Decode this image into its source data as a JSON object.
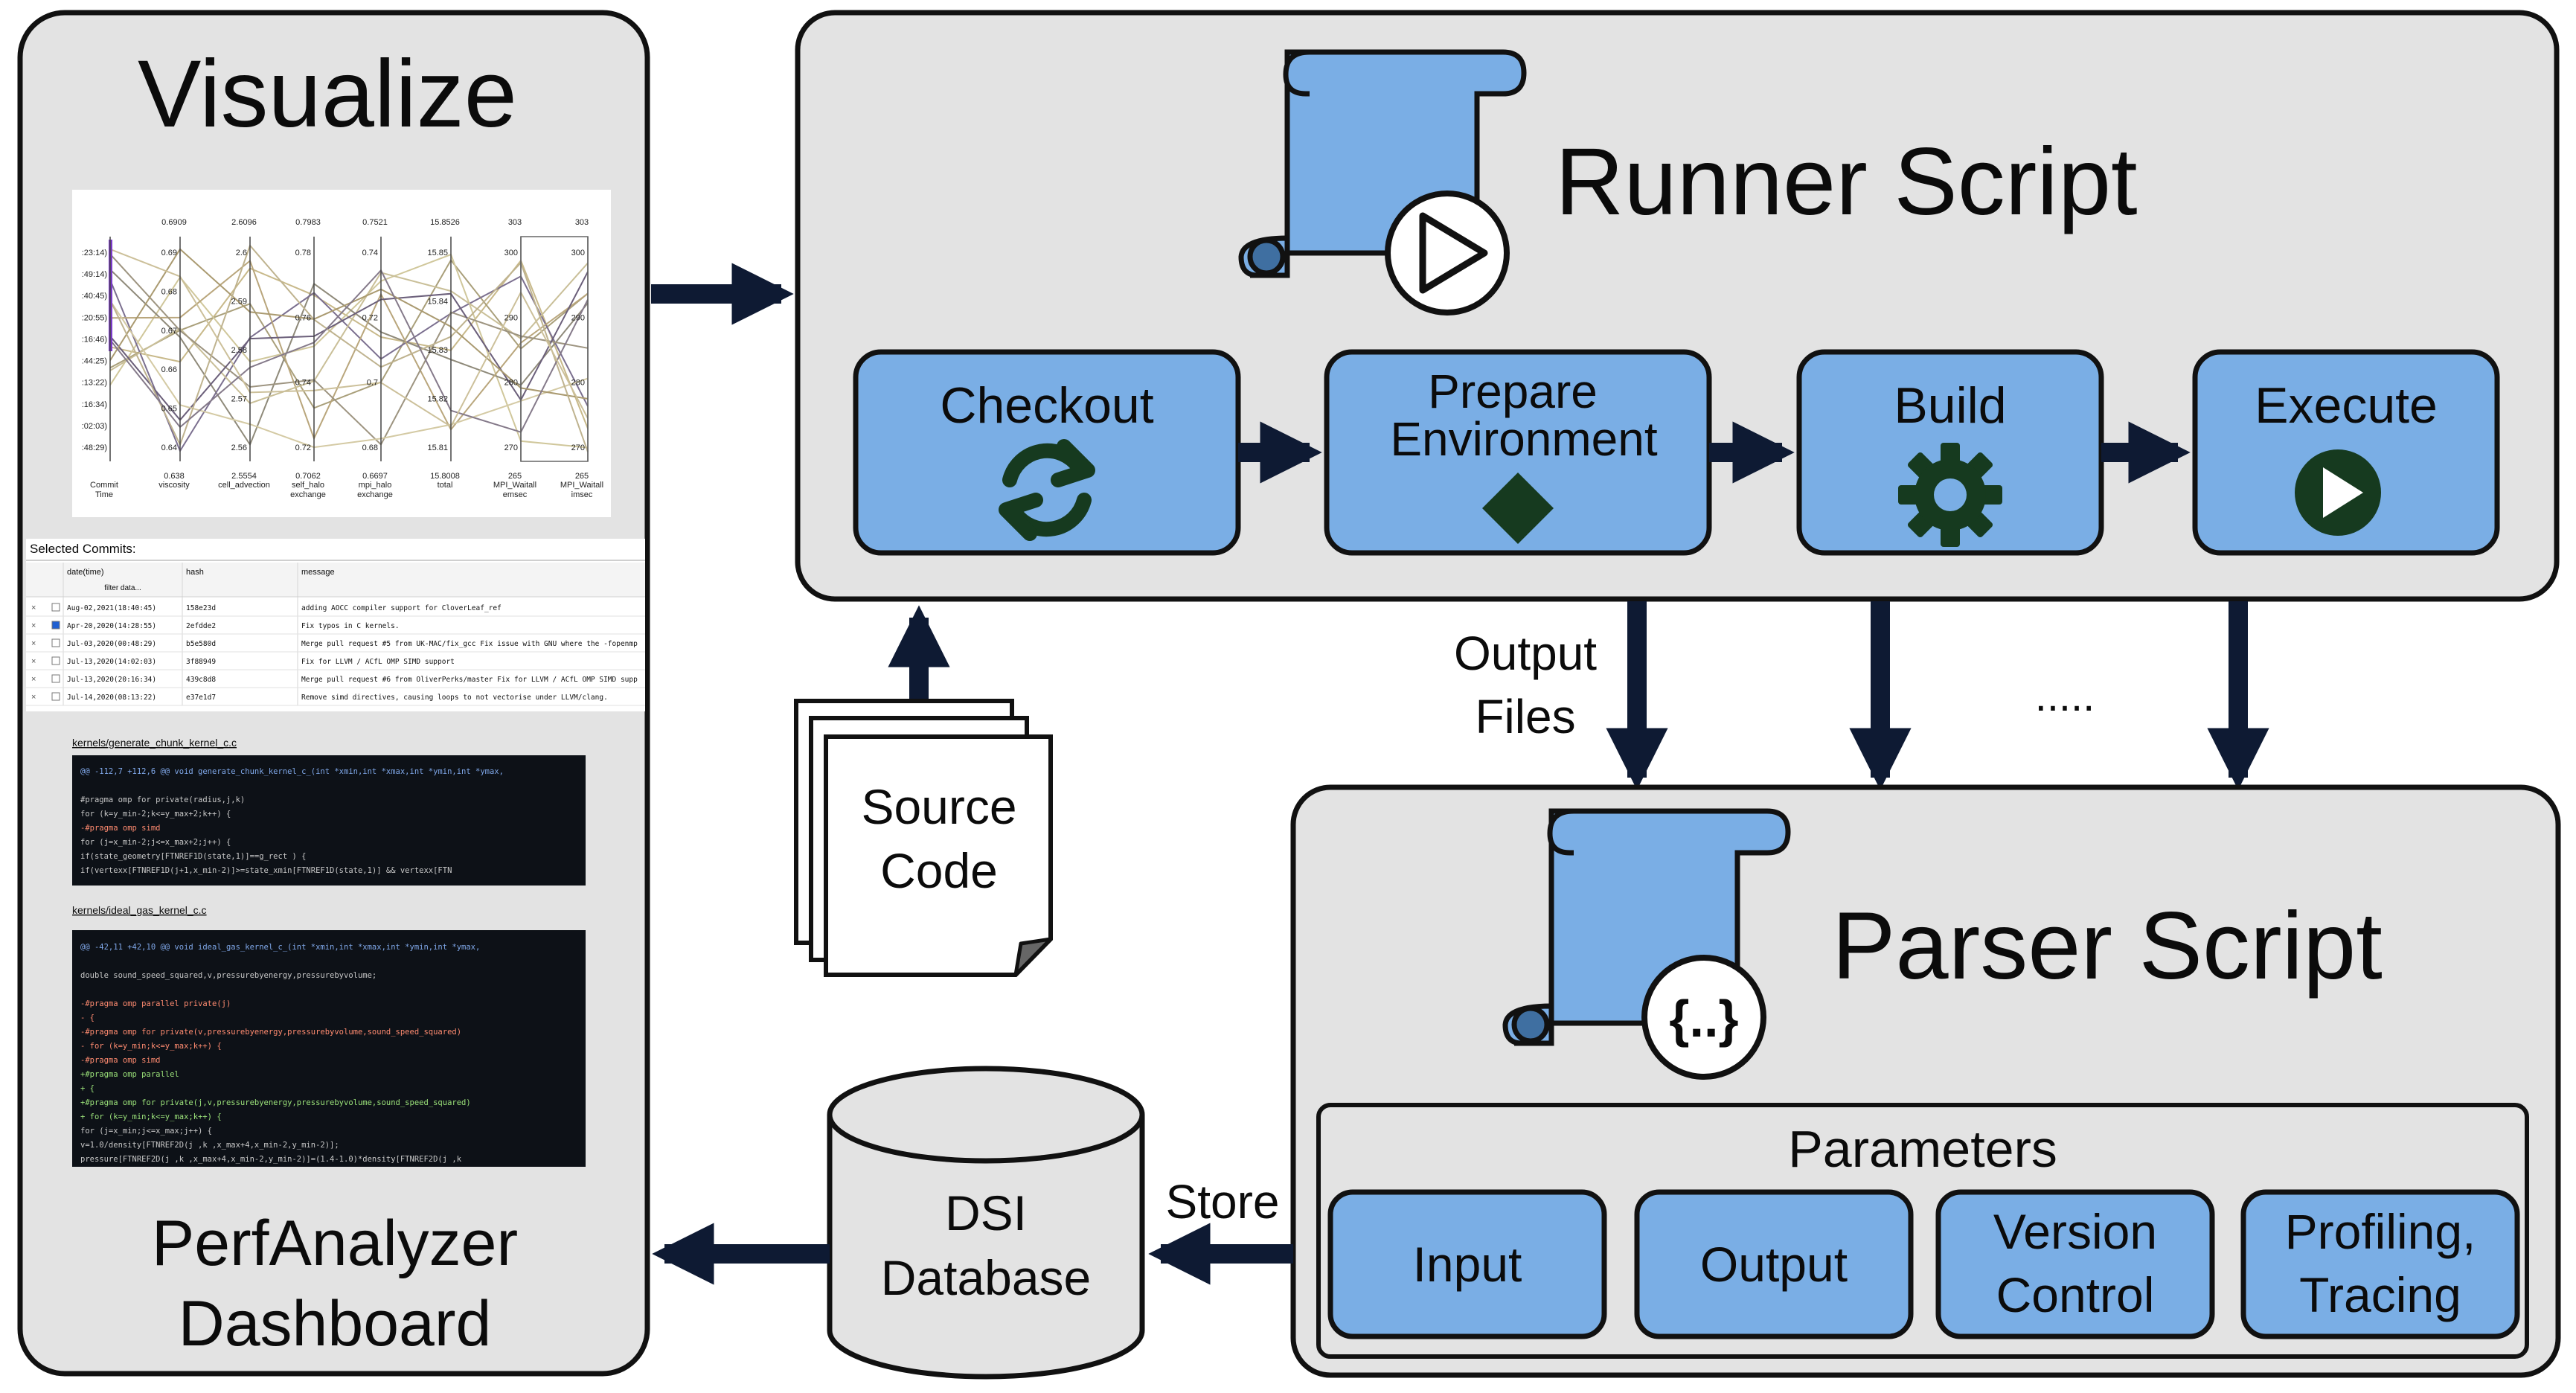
{
  "visualize": {
    "title": "Visualize",
    "dashboard_line1": "PerfAnalyzer",
    "dashboard_line2": "Dashboard",
    "parallel_plot": {
      "top_values": [
        "0.6909",
        "2.6096",
        "0.7983",
        "0.7521",
        "15.8526",
        "303",
        "303"
      ],
      "bottom_values": [
        "0.638",
        "2.5554",
        "0.7062",
        "0.6697",
        "15.8008",
        "265",
        "265"
      ],
      "axis_labels": [
        "Commit Time",
        "viscosity",
        "cell_advection",
        "self_halo exchange",
        "mpi_halo exchange",
        "total",
        "MPI_Waitall emsec",
        "MPI_Waitall imsec"
      ],
      "time_ticks": [
        ":23:14)",
        ":49:14)",
        ":40:45)",
        ":20:55)",
        ":16:46)",
        ":44:25)",
        ":13:22)",
        ":16:34)",
        ":02:03)",
        ":48:29)"
      ],
      "viscosity_ticks": [
        "0.69",
        "0.68",
        "0.67",
        "0.66",
        "0.65",
        "0.64"
      ],
      "advection_ticks": [
        "2.6",
        "2.59",
        "2.58",
        "2.57",
        "2.56"
      ],
      "self_halo_ticks": [
        "0.78",
        "0.76",
        "0.74",
        "0.72"
      ],
      "mpi_halo_ticks": [
        "0.74",
        "0.72",
        "0.7",
        "0.68"
      ],
      "total_ticks": [
        "15.85",
        "15.84",
        "15.83",
        "15.82",
        "15.81"
      ],
      "wait_e_ticks": [
        "300",
        "290",
        "280",
        "270"
      ],
      "wait_i_ticks": [
        "300",
        "290",
        "280",
        "270"
      ]
    },
    "commits_table": {
      "title": "Selected Commits:",
      "headers": [
        "date(time)",
        "hash",
        "message"
      ],
      "filter_placeholder": "filter data...",
      "rows": [
        {
          "date": "Aug-02,2021(18:40:45)",
          "hash": "158e23d",
          "message": "adding AOCC compiler support for CloverLeaf_ref"
        },
        {
          "date": "Apr-20,2020(14:28:55)",
          "hash": "2efdde2",
          "message": "Fix typos in C kernels."
        },
        {
          "date": "Jul-03,2020(00:48:29)",
          "hash": "b5e580d",
          "message": "Merge pull request #5 from UK-MAC/fix_gcc Fix issue with GNU where the -fopenmp"
        },
        {
          "date": "Jul-13,2020(14:02:03)",
          "hash": "3f88949",
          "message": "Fix for LLVM / ACfL OMP SIMD support"
        },
        {
          "date": "Jul-13,2020(20:16:34)",
          "hash": "439c8d8",
          "message": "Merge pull request #6 from OliverPerks/master Fix for LLVM / ACfL OMP SIMD supp"
        },
        {
          "date": "Jul-14,2020(08:13:22)",
          "hash": "e37e1d7",
          "message": "Remove simd directives, causing loops to not vectorise under LLVM/clang."
        }
      ]
    },
    "diff1": {
      "file": "kernels/generate_chunk_kernel_c.c",
      "lines": [
        "@@ -112,7 +112,6 @@ void generate_chunk_kernel_c_(int *xmin,int *xmax,int *ymin,int *ymax,",
        "",
        "    #pragma omp for private(radius,j,k)",
        "      for (k=y_min-2;k<=y_max+2;k++) {",
        "-#pragma omp simd",
        "        for (j=x_min-2;j<=x_max+2;j++) {",
        "          if(state_geometry[FTNREF1D(state,1)]==g_rect ) {",
        "            if(vertexx[FTNREF1D(j+1,x_min-2)]>=state_xmin[FTNREF1D(state,1)] && vertexx[FTN"
      ]
    },
    "diff2": {
      "file": "kernels/ideal_gas_kernel_c.c",
      "lines": [
        "@@ -42,11 +42,10 @@ void ideal_gas_kernel_c_(int *xmin,int *xmax,int *ymin,int *ymax,",
        "",
        "    double sound_speed_squared,v,pressurebyenergy,pressurebyvolume;",
        "",
        "-#pragma omp parallel private(j)",
        "- {",
        "-#pragma omp for private(v,pressurebyenergy,pressurebyvolume,sound_speed_squared)",
        "-  for (k=y_min;k<=y_max;k++) {",
        "-#pragma omp simd",
        "+#pragma omp parallel",
        "+ {",
        "+#pragma omp for private(j,v,pressurebyenergy,pressurebyvolume,sound_speed_squared)",
        "+   for (k=y_min;k<=y_max;k++) {",
        "      for (j=x_min;j<=x_max;j++) {",
        "        v=1.0/density[FTNREF2D(j  ,k  ,x_max+4,x_min-2,y_min-2)];",
        "        pressure[FTNREF2D(j  ,k  ,x_max+4,x_min-2,y_min-2)]=(1.4-1.0)*density[FTNREF2D(j  ,k"
      ]
    }
  },
  "runner": {
    "title": "Runner Script",
    "icon": "scroll-play-icon",
    "steps": [
      {
        "line1": "Checkout",
        "line2": "",
        "icon": "sync-arrows-icon"
      },
      {
        "line1": "Prepare",
        "line2": "Environment",
        "icon": "diamond-icon"
      },
      {
        "line1": "Build",
        "line2": "",
        "icon": "gear-icon"
      },
      {
        "line1": "Execute",
        "line2": "",
        "icon": "play-circle-icon"
      }
    ]
  },
  "source_code": {
    "line1": "Source",
    "line2": "Code",
    "icon": "stacked-pages-icon"
  },
  "output_files": {
    "line1": "Output",
    "line2": "Files",
    "ellipsis": "....."
  },
  "parser": {
    "title": "Parser Script",
    "icon": "scroll-braces-icon",
    "braces": "{..}",
    "parameters_title": "Parameters",
    "params": [
      {
        "line1": "Input",
        "line2": ""
      },
      {
        "line1": "Output",
        "line2": ""
      },
      {
        "line1": "Version",
        "line2": "Control"
      },
      {
        "line1": "Profiling,",
        "line2": "Tracing"
      }
    ]
  },
  "database": {
    "line1": "DSI",
    "line2": "Database",
    "icon": "cylinder-icon",
    "store_label": "Store"
  },
  "colors": {
    "panel_fill": "#e3e3e3",
    "box_fill": "#7aaee5",
    "stroke": "#111111",
    "arrow": "#0e1a33",
    "icon_dark": "#163a1f",
    "diff_bg": "#0d1117"
  }
}
